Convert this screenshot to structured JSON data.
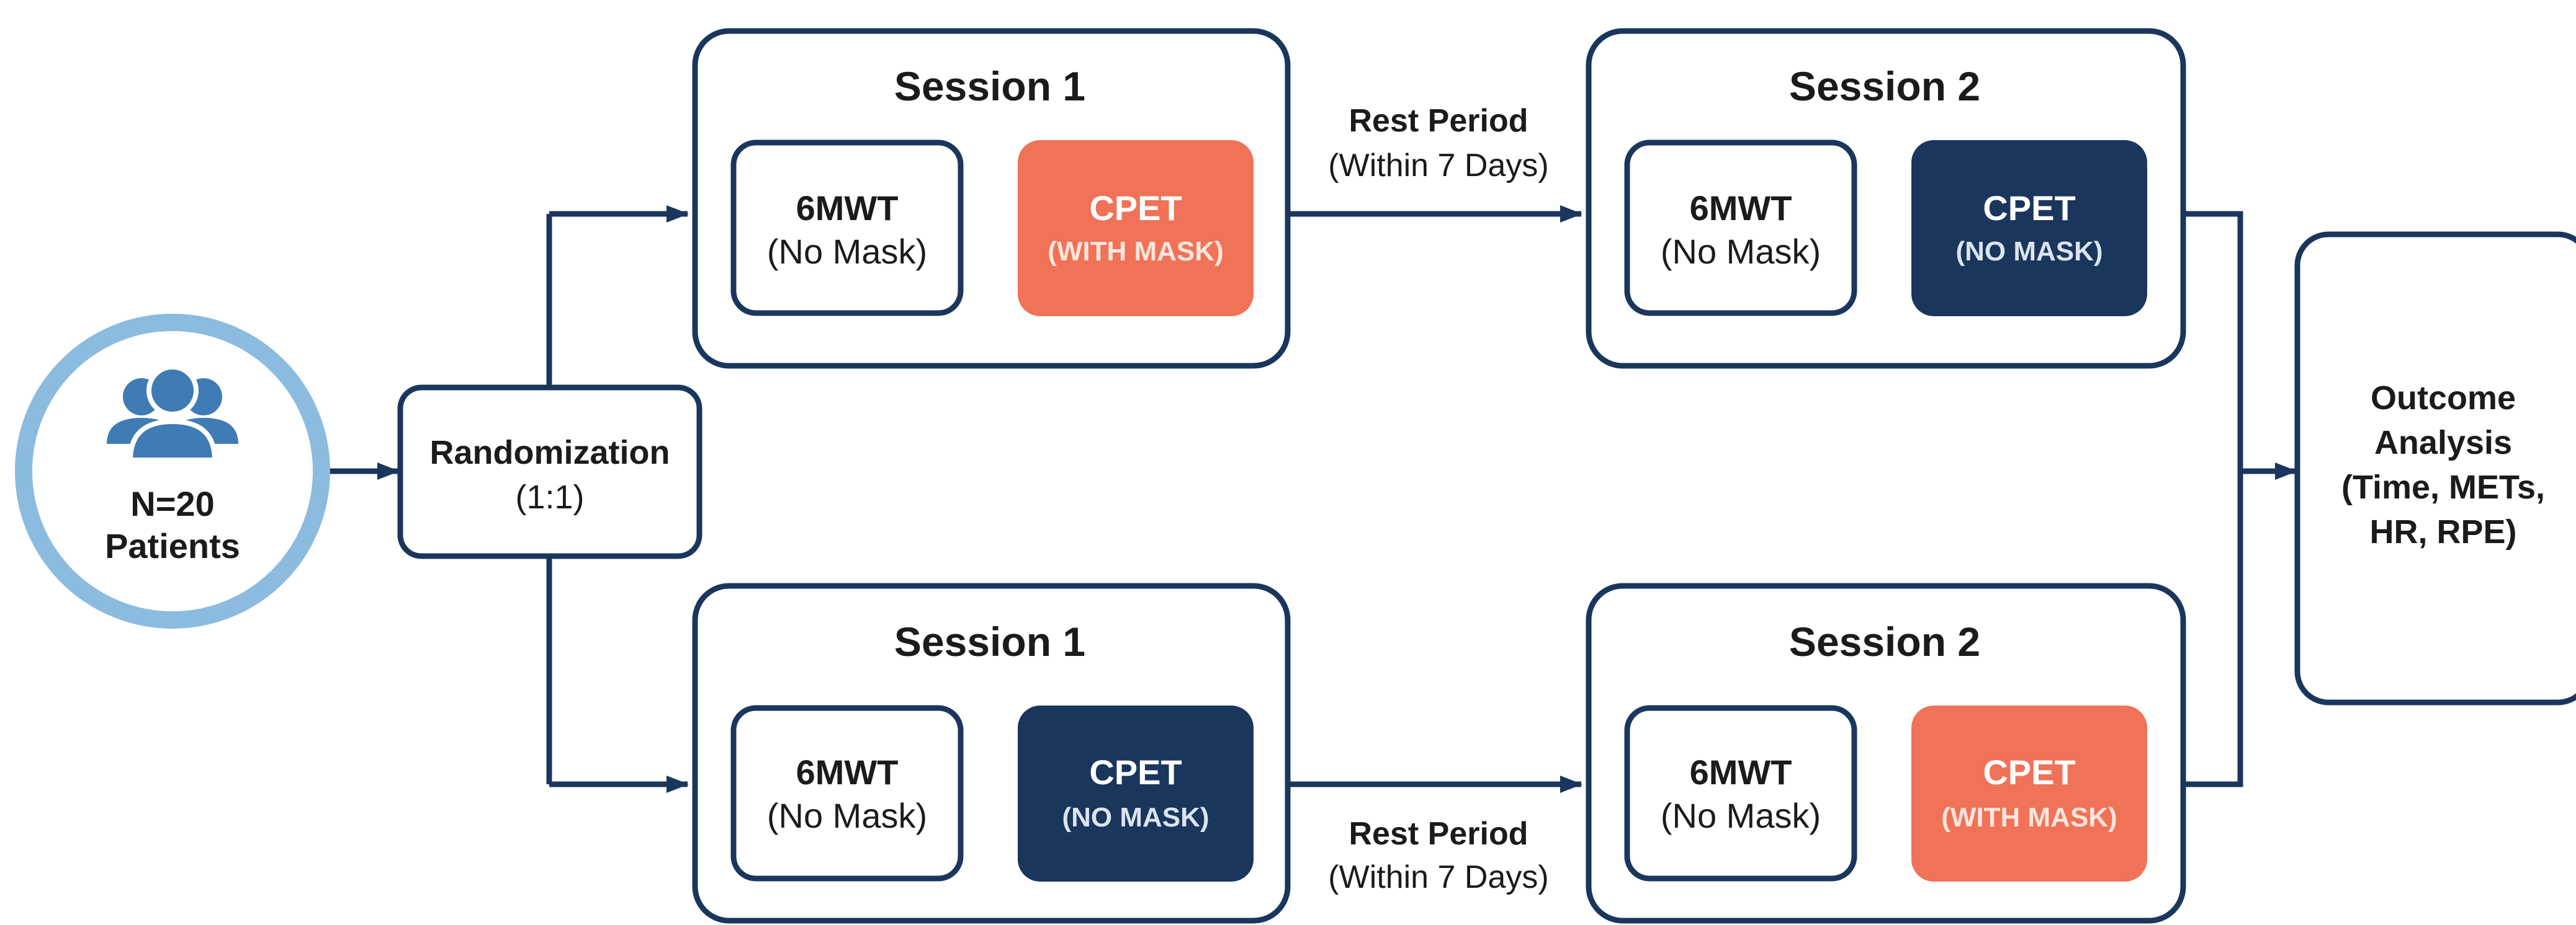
{
  "colors": {
    "navy": "#1b365d",
    "coral": "#f07257",
    "circle_border": "#8bbcdf",
    "people_icon": "#3f7cb5",
    "background": "#ffffff"
  },
  "patients": {
    "icon": "people-group-icon",
    "count_label": "N=20",
    "patients_label": "Patients"
  },
  "randomization": {
    "title": "Randomization",
    "ratio": "(1:1)"
  },
  "top_arm": {
    "session1": {
      "title": "Session 1",
      "test_name": "6MWT",
      "test_note": "(No Mask)",
      "cpet_name": "CPET",
      "cpet_note": "(WITH MASK)",
      "cpet_color": "coral"
    },
    "rest": {
      "title": "Rest Period",
      "note": "(Within 7 Days)"
    },
    "session2": {
      "title": "Session 2",
      "test_name": "6MWT",
      "test_note": "(No Mask)",
      "cpet_name": "CPET",
      "cpet_note": "(NO MASK)",
      "cpet_color": "navy"
    }
  },
  "bottom_arm": {
    "session1": {
      "title": "Session 1",
      "test_name": "6MWT",
      "test_note": "(No Mask)",
      "cpet_name": "CPET",
      "cpet_note": "(NO MASK)",
      "cpet_color": "navy"
    },
    "rest": {
      "title": "Rest Period",
      "note": "(Within 7 Days)"
    },
    "session2": {
      "title": "Session 2",
      "test_name": "6MWT",
      "test_note": "(No Mask)",
      "cpet_name": "CPET",
      "cpet_note": "(WITH MASK)",
      "cpet_color": "coral"
    }
  },
  "outcome": {
    "line1": "Outcome",
    "line2": "Analysis",
    "line3": "(Time, METs,",
    "line4": "HR, RPE)"
  }
}
